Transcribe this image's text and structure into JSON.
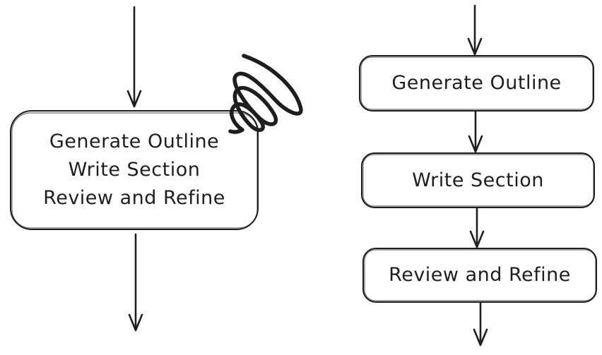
{
  "colors": {
    "stroke": "#1e1e1e",
    "background": "#ffffff"
  },
  "left_flow": {
    "combined_box_lines": [
      "Generate Outline",
      "Write Section",
      "Review and Refine"
    ],
    "annotation_icon": "scribble-mark"
  },
  "right_flow": {
    "steps": [
      "Generate Outline",
      "Write Section",
      "Review and Refine"
    ]
  }
}
